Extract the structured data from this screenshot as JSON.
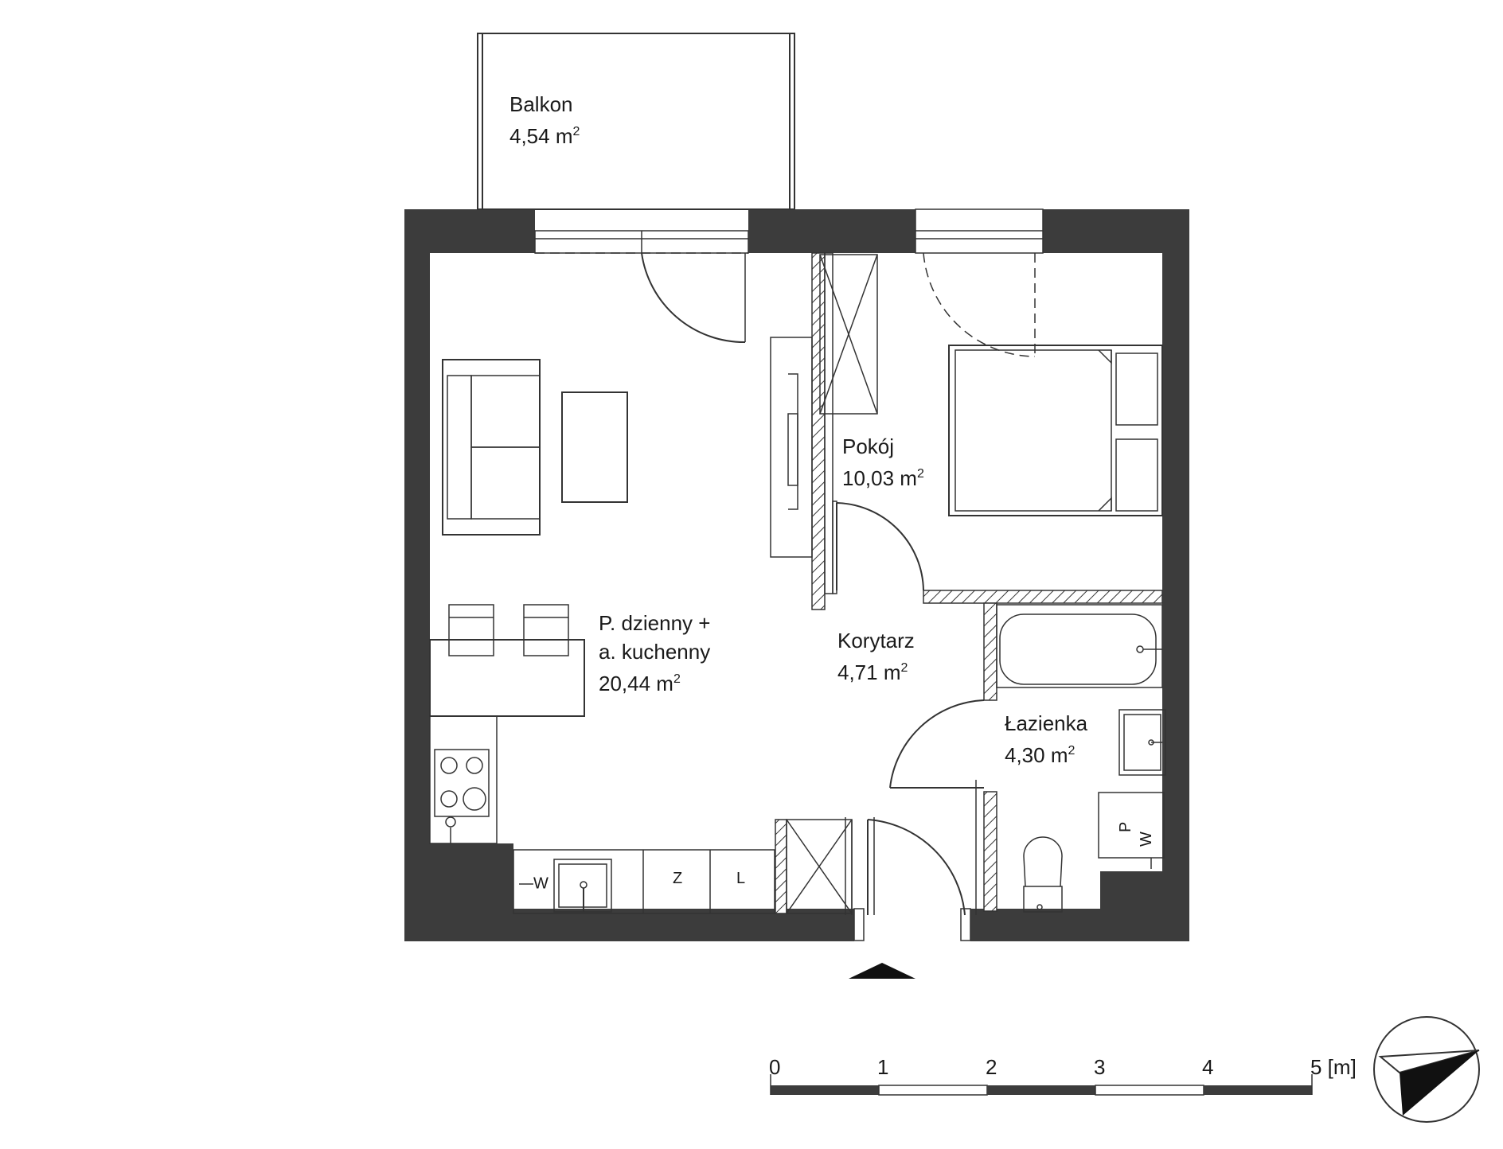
{
  "rooms": {
    "balkon": {
      "name": "Balkon",
      "area": "4,54 m",
      "sup": "2"
    },
    "pokoj": {
      "name": "Pokój",
      "area": "10,03 m",
      "sup": "2"
    },
    "dzienny": {
      "name1": "P. dzienny +",
      "name2": "a. kuchenny",
      "area": "20,44 m",
      "sup": "2"
    },
    "korytarz": {
      "name": "Korytarz",
      "area": "4,71 m",
      "sup": "2"
    },
    "lazienka": {
      "name": "Łazienka",
      "area": "4,30 m",
      "sup": "2"
    }
  },
  "fixtures": {
    "fridge": "L",
    "freezer": "Z",
    "water_kitchen": "W",
    "water_bath": "W",
    "washer": "P"
  },
  "scale": {
    "ticks": [
      "0",
      "1",
      "2",
      "3",
      "4",
      "5 [m]"
    ]
  },
  "colors": {
    "wall": "#3c3c3c",
    "line": "#333333"
  },
  "icons": [
    "entrance-arrow-icon",
    "north-compass-icon"
  ]
}
